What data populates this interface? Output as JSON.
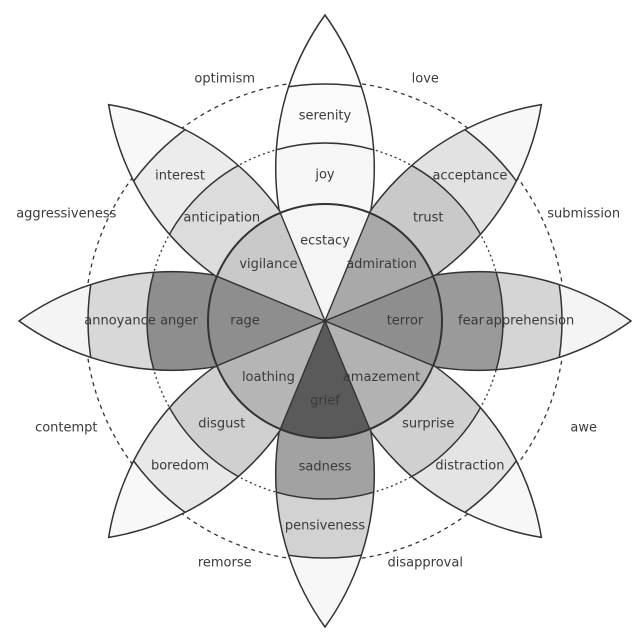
{
  "title": "Wheel of emotions",
  "petals": [
    {
      "angle": -90,
      "labels": [
        "ecstacy",
        "joy",
        "serenity"
      ],
      "colors": [
        "#f5f5f5",
        "#f7f7f7",
        "#fafafa",
        "#ffffff"
      ]
    },
    {
      "angle": -45,
      "labels": [
        "admiration",
        "trust",
        "acceptance"
      ],
      "colors": [
        "#a9a9a9",
        "#c9c9c9",
        "#e2e2e2",
        "#f7f7f7"
      ]
    },
    {
      "angle": 0,
      "labels": [
        "terror",
        "fear",
        "apprehension"
      ],
      "colors": [
        "#8e8e8e",
        "#9a9a9a",
        "#d5d5d5",
        "#f4f4f4"
      ]
    },
    {
      "angle": 45,
      "labels": [
        "amazement",
        "surprise",
        "distraction"
      ],
      "colors": [
        "#b2b2b2",
        "#d0d0d0",
        "#e4e4e4",
        "#f7f7f7"
      ]
    },
    {
      "angle": 90,
      "labels": [
        "grief",
        "sadness",
        "pensiveness"
      ],
      "colors": [
        "#5a5a5a",
        "#a2a2a2",
        "#d2d2d2",
        "#f7f7f7"
      ]
    },
    {
      "angle": 135,
      "labels": [
        "loathing",
        "disgust",
        "boredom"
      ],
      "colors": [
        "#b5b5b5",
        "#d0d0d0",
        "#e8e8e8",
        "#f8f8f8"
      ]
    },
    {
      "angle": 180,
      "labels": [
        "rage",
        "anger",
        "annoyance"
      ],
      "colors": [
        "#8e8e8e",
        "#8e8e8e",
        "#d8d8d8",
        "#f4f4f4"
      ]
    },
    {
      "angle": 225,
      "labels": [
        "vigilance",
        "anticipation",
        "interest"
      ],
      "colors": [
        "#c9c9c9",
        "#dcdcdc",
        "#ececec",
        "#f8f8f8"
      ]
    }
  ],
  "dyads": [
    {
      "angle": -112.5,
      "label": "optimism"
    },
    {
      "angle": -67.5,
      "label": "love"
    },
    {
      "angle": -22.5,
      "label": "submission"
    },
    {
      "angle": 22.5,
      "label": "awe"
    },
    {
      "angle": 67.5,
      "label": "disapproval"
    },
    {
      "angle": 112.5,
      "label": "remorse"
    },
    {
      "angle": 157.5,
      "label": "contempt"
    },
    {
      "angle": 202.5,
      "label": "aggressiveness"
    }
  ]
}
